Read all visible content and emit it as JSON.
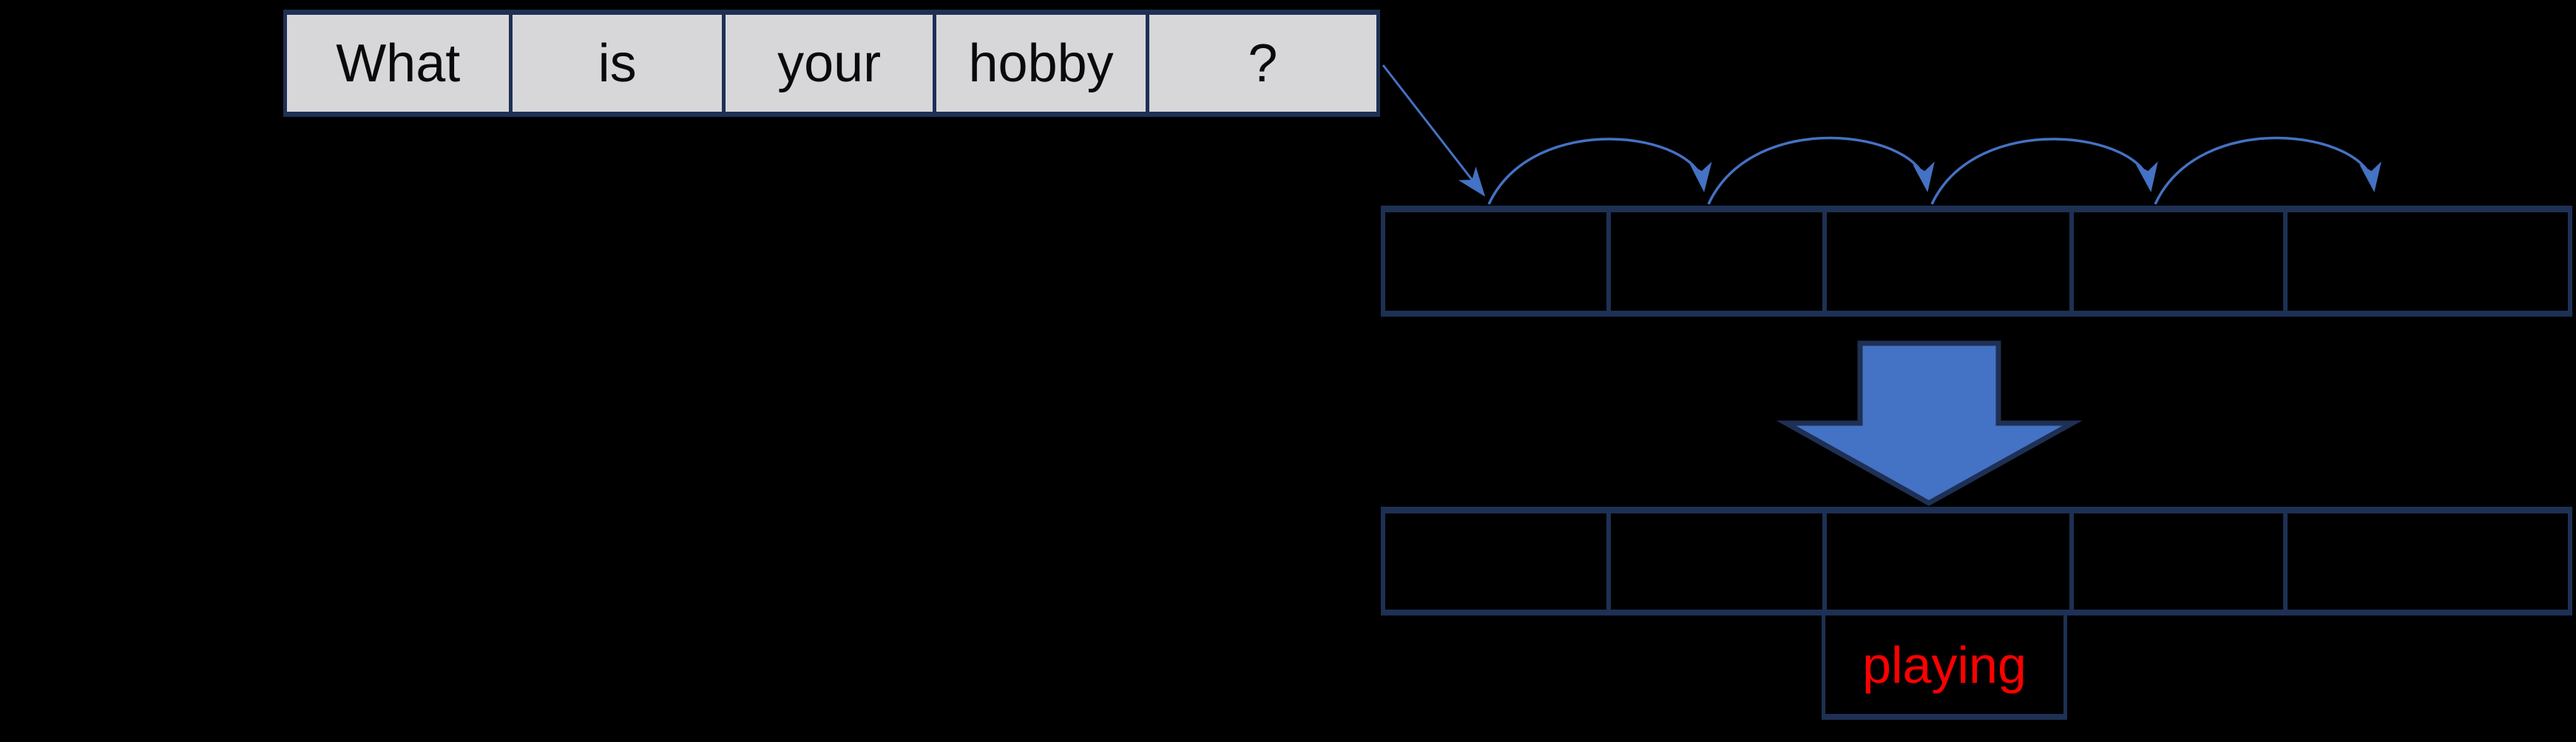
{
  "colors": {
    "bg": "#000000",
    "navy": "#1e3054",
    "accent": "#4472c4",
    "cellgray": "#d7d7da",
    "red": "#ff0000"
  },
  "sentence_row": {
    "words": [
      "What",
      "is",
      "your",
      "hobby",
      "?"
    ]
  },
  "embedding_row": {
    "cells": [
      "",
      "",
      "",
      "",
      ""
    ]
  },
  "output_row": {
    "cells": [
      "",
      "",
      "",
      "",
      ""
    ]
  },
  "answer": {
    "label": "playing"
  }
}
